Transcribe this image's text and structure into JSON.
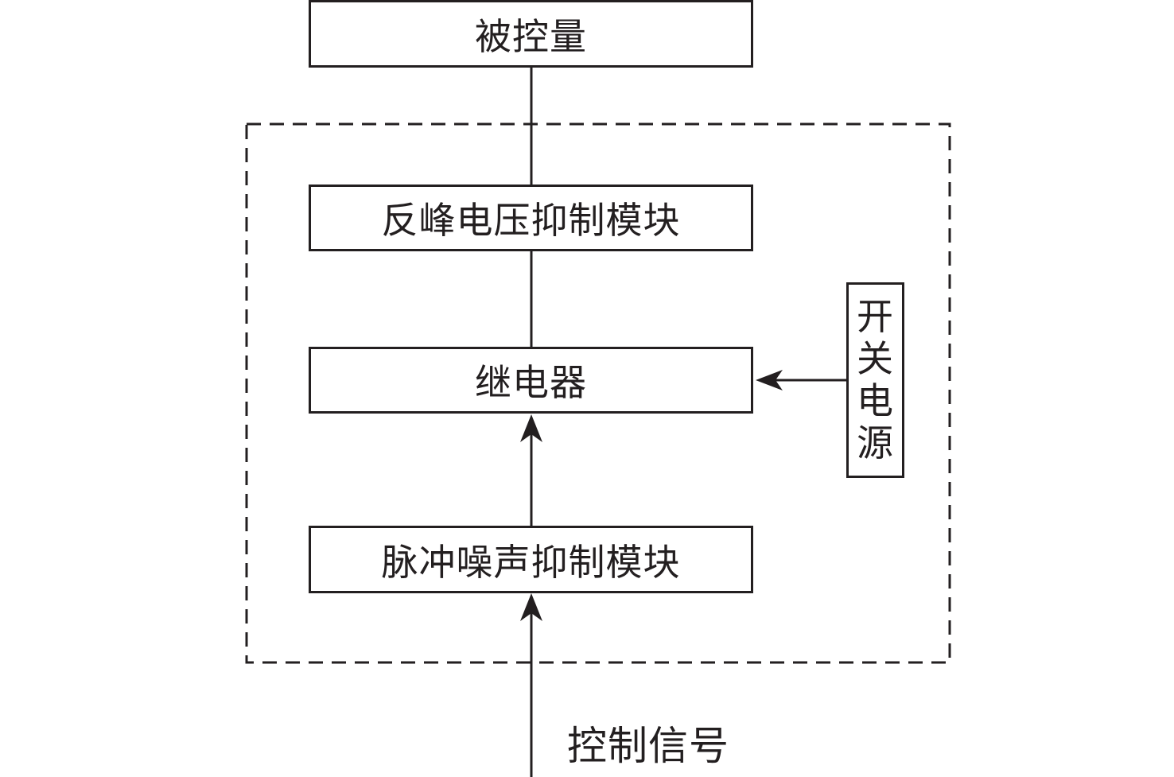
{
  "diagram": {
    "type": "block-diagram",
    "colors": {
      "stroke": "#231f20",
      "background": "#ffffff"
    },
    "blocks": {
      "controlled_quantity": "被控量",
      "back_emf_suppression": "反峰电压抑制模块",
      "relay": "继电器",
      "pulse_noise_suppression": "脉冲噪声抑制模块",
      "switching_power_supply": [
        "开",
        "关",
        "电",
        "源"
      ]
    },
    "input_label": "控制信号",
    "connections": [
      {
        "from": "控制信号",
        "to": "脉冲噪声抑制模块",
        "arrow": true
      },
      {
        "from": "脉冲噪声抑制模块",
        "to": "继电器",
        "arrow": true
      },
      {
        "from": "开关电源",
        "to": "继电器",
        "arrow": true
      },
      {
        "from": "继电器",
        "to": "反峰电压抑制模块",
        "arrow": false
      },
      {
        "from": "反峰电压抑制模块",
        "to": "被控量",
        "arrow": false
      }
    ],
    "group_boundary": "dashed"
  }
}
